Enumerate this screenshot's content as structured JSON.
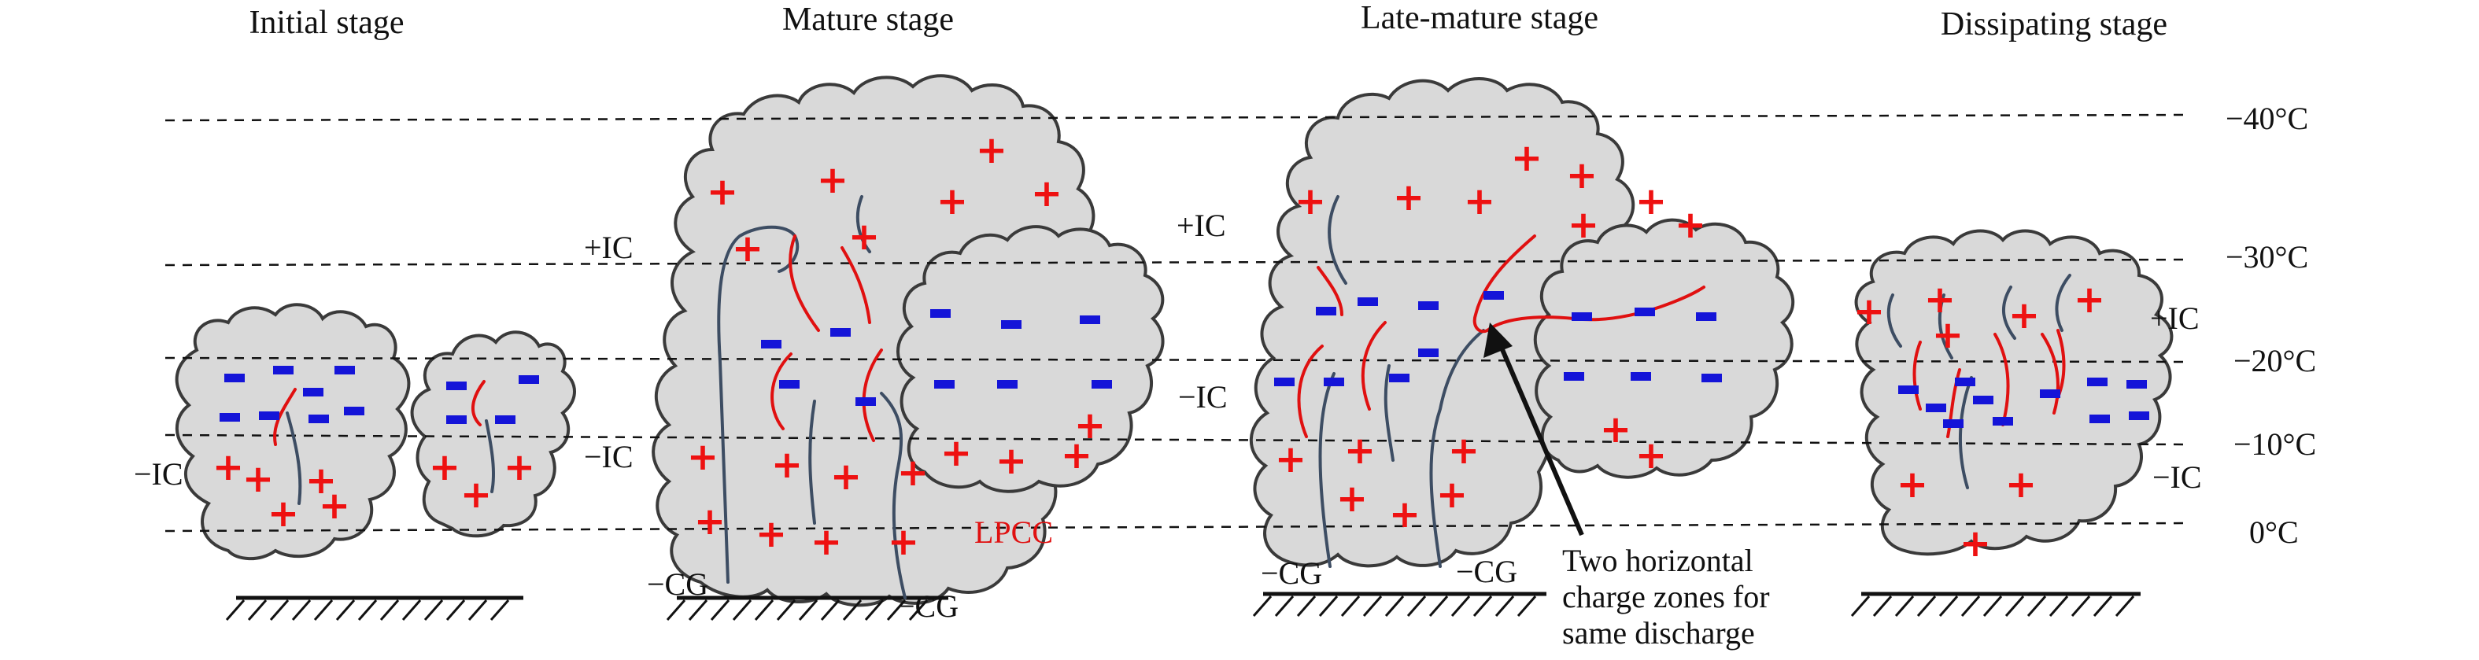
{
  "stages": [
    {
      "title": "Initial stage"
    },
    {
      "title": "Mature stage"
    },
    {
      "title": "Late-mature stage"
    },
    {
      "title": "Dissipating stage"
    }
  ],
  "temperatures": [
    "−40°C",
    "−30°C",
    "−20°C",
    "−10°C",
    "0°C"
  ],
  "discharge_labels": {
    "initial_neg_ic": "−IC",
    "mature_pos_ic": "+IC",
    "mature_neg_ic": "−IC",
    "mature_neg_cg_left": "−CG",
    "mature_neg_cg_right": "−CG",
    "late_pos_ic": "+IC",
    "late_neg_ic": "−IC",
    "late_neg_cg_left": "−CG",
    "late_neg_cg_right": "−CG",
    "diss_pos_ic": "+IC",
    "diss_neg_ic": "−IC"
  },
  "lpcc_label": "LPCC",
  "annotation": [
    "Two horizontal",
    "charge zones for",
    "same discharge"
  ],
  "charge_symbols": {
    "positive": "+"
  },
  "colors": {
    "positive_charge": "#ee1111",
    "negative_charge": "#1414d8",
    "cloud_fill": "#d9d9d9",
    "cloud_outline": "#3a3a3a",
    "discharge_channel_red": "#e01010",
    "discharge_channel_dark": "#3d4d63"
  }
}
